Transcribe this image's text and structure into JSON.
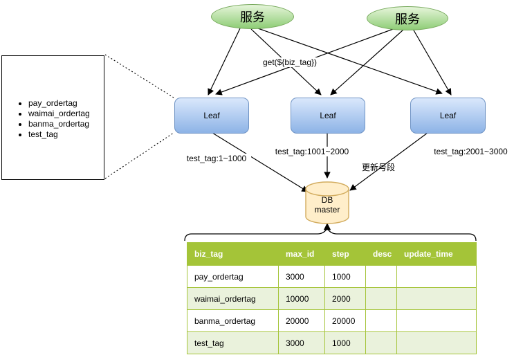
{
  "diagram": {
    "services": [
      {
        "label": "服务"
      },
      {
        "label": "服务"
      }
    ],
    "leaves": [
      {
        "label": "Leaf"
      },
      {
        "label": "Leaf"
      },
      {
        "label": "Leaf"
      }
    ],
    "db": {
      "line1": "DB",
      "line2": "master"
    },
    "edge_labels": {
      "get": "get(${biz_tag})",
      "seg1": "test_tag:1~1000",
      "seg2": "test_tag:1001~2000",
      "seg3": "test_tag:2001~3000",
      "update": "更新号段"
    },
    "callout": {
      "items": [
        "pay_ordertag",
        "waimai_ordertag",
        "banma_ordertag",
        "test_tag"
      ]
    },
    "table": {
      "headers": [
        "biz_tag",
        "max_id",
        "step",
        "desc",
        "update_time"
      ],
      "rows": [
        [
          "pay_ordertag",
          "3000",
          "1000",
          "",
          ""
        ],
        [
          "waimai_ordertag",
          "10000",
          "2000",
          "",
          ""
        ],
        [
          "banma_ordertag",
          "20000",
          "20000",
          "",
          ""
        ],
        [
          "test_tag",
          "3000",
          "1000",
          "",
          ""
        ]
      ]
    },
    "colors": {
      "service_fill": "#8ecd76",
      "service_stroke": "#77a95c",
      "leaf_fill_top": "#dae8fc",
      "leaf_fill_bottom": "#8db3e6",
      "leaf_stroke": "#6f93c4",
      "db_fill": "#ffeeca",
      "db_stroke": "#d2ac5e",
      "table_header_bg": "#a4c438",
      "table_alt_row_bg": "#eaf2dc",
      "connector": "#000000"
    }
  }
}
